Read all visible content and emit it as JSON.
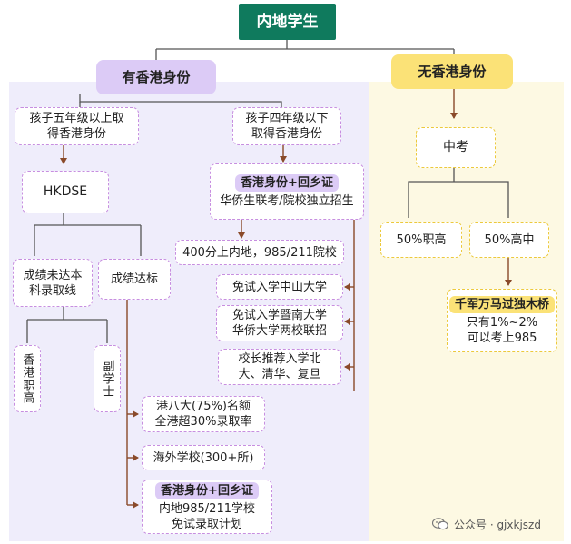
{
  "root": "内地学生",
  "branches": {
    "hk_identity": "有香港身份",
    "no_hk_identity": "无香港身份"
  },
  "left": {
    "grade5": [
      "孩子五年级以上取",
      "得香港身份"
    ],
    "grade4": [
      "孩子四年级以下",
      "取得香港身份"
    ],
    "hkdse": "HKDSE",
    "below_line": [
      "成绩未达本",
      "科录取线"
    ],
    "met_line": "成绩达标",
    "vocational": "香港职高",
    "associate": "副学士",
    "hk_plus_permit": "香港身份+回乡证",
    "joint_exam": "华侨生联考/院校独立招生",
    "score_400": "400分上内地，985/211院校",
    "exempt_zs": "免试入学中山大学",
    "exempt_jn": [
      "免试入学暨南大学",
      "华侨大学两校联招"
    ],
    "principal": [
      "校长推荐入学北",
      "大、清华、复旦"
    ],
    "hk_eight": [
      "港八大(75%)名额",
      "全港超30%录取率"
    ],
    "overseas": "海外学校(300+所)",
    "hk_plus_permit_2": "香港身份+回乡证",
    "mainland_985": [
      "内地985/211学校",
      "免试录取计划"
    ]
  },
  "right": {
    "zhongkao": "中考",
    "vocational_50": "50%职高",
    "highschool_50": "50%高中",
    "bridge": "千军万马过独木桥",
    "rate": [
      "只有1%~2%",
      "可以考上985"
    ]
  },
  "watermark": {
    "text": "公众号 · gjxkjszd",
    "icon": "wechat-icon"
  },
  "colors": {
    "green": "#0f7a5d",
    "purple_fill": "#dccbf6",
    "purple_dash": "#c78ee0",
    "yellow_fill": "#fbe277",
    "yellow_dash": "#ecc93b",
    "left_panel": "#efedfb",
    "right_panel": "#fdf9e3",
    "arrow": "#8a4a2a"
  }
}
